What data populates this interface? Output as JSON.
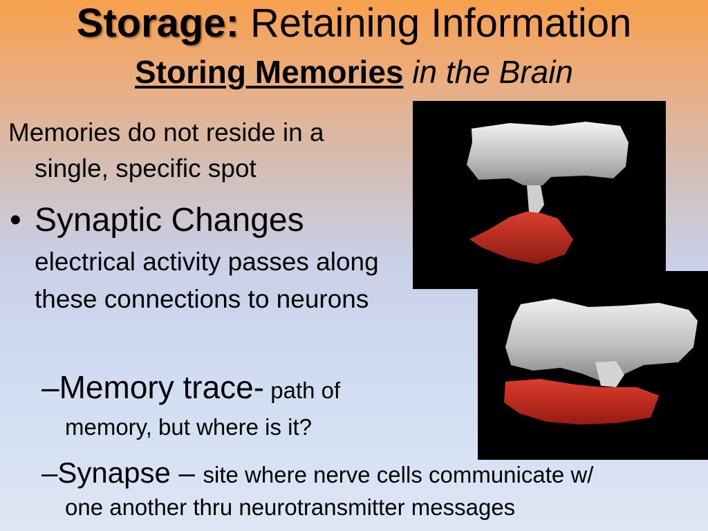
{
  "title": {
    "line1_bold": "Storage:",
    "line1_rest": " Retaining Information",
    "line2_bold_underline": "Storing Memories",
    "line2_italic": " in the Brain"
  },
  "intro": {
    "line1": "Memories do not reside in a",
    "line2": "single, specific spot"
  },
  "bullet": {
    "symbol": "•",
    "heading": "Synaptic Changes",
    "body": "electrical activity passes along these connections to neurons"
  },
  "sub_items": [
    {
      "dash": "–",
      "term": "Memory trace-",
      "desc_line1": " path of",
      "desc_line2": "memory, but where is it?"
    },
    {
      "dash": "–",
      "term": "Synapse – ",
      "desc_line1": "site where nerve cells communicate w/",
      "desc_line2": "one another thru neurotransmitter messages"
    }
  ],
  "colors": {
    "gradient_top": "#f7a04d",
    "gradient_bottom": "#dee6f5",
    "brain_gray": "#d9d9d9",
    "brain_red": "#c42a1e"
  }
}
